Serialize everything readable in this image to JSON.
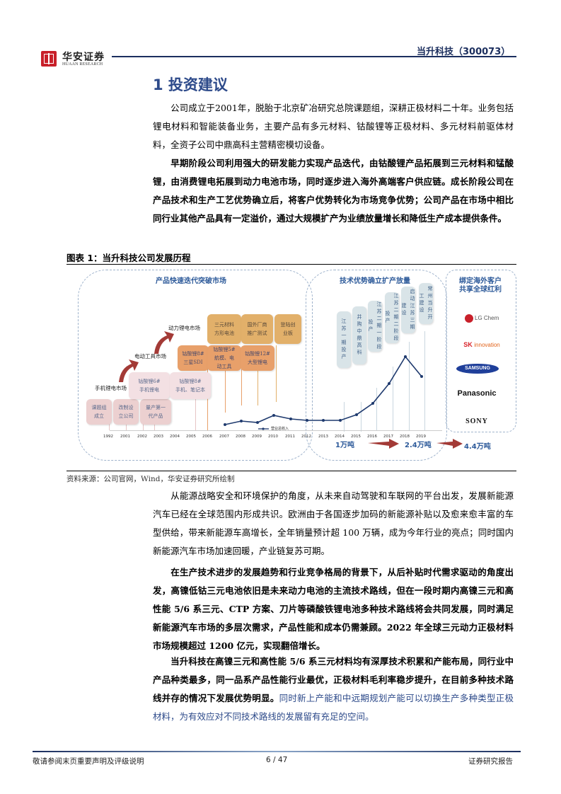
{
  "header": {
    "logo_cn": "华安证券",
    "logo_en": "HUAAN RESEARCH",
    "company": "当升科技（300073）"
  },
  "section": {
    "title": "1 投资建议"
  },
  "paragraphs": {
    "p1": "公司成立于2001年，脱胎于北京矿冶研究总院课题组，深耕正极材料二十年。业务包括锂电材料和智能装备业务，主要产品有多元材料、钴酸锂等正极材料、多元材料前驱体材料，全资子公司中鼎高科主营精密模切设备。",
    "p2": "早期阶段公司利用强大的研发能力实现产品迭代，由钴酸锂产品拓展到三元材料和锰酸锂，由消费锂电拓展到动力电池市场，同时逐步进入海外高端客户供应链。成长阶段公司在产品技术和生产工艺优势确立后，将客户优势转化为市场竞争优势；公司产品在市场中相比同行业其他产品具有一定溢价，通过大规模扩产为业绩放量增长和降低生产成本提供条件。",
    "p3": "从能源战略安全和环境保护的角度，从未来自动驾驶和车联网的平台出发，发展新能源汽车已经在全球范围内形成共识。欧洲由于各国逐步加码的新能源补贴以及愈来愈丰富的车型供给，带来新能源车高增长，全年销量预计超 100 万辆，成为今年行业的亮点；同时国内新能源汽车市场加速回暖，产业链复苏可期。",
    "p4": "在生产技术进步的发展趋势和行业竞争格局的背景下，从后补贴时代需求驱动的角度出发，高镍低钴三元电池依旧是未来动力电池的主流技术路线，但在一段时期内高镍三元和高性能 5/6 系三元、CTP 方案、刀片等磷酸铁锂电池多种技术路线将会共同发展，同时满足新能源汽车市场的多层次需求，产品性能和成本仍需兼顾。2022 年全球三元动力正极材料市场规模超过 1200 亿元，实现翻倍增长。",
    "p5_bold": "当升科技在高镍三元和高性能 5/6 系三元材料均有深厚技术积累和产能布局，同行业中产品种类最多，同一品系产品性能行业最优，正极材料毛利率稳步提升，在目前多种技术路线并存的情况下发展优势明显。",
    "p5_blue": "同时新上产能和中远期规划产能可以切换生产多种类型正极材料，为有效应对不同技术路线的发展留有充足的空间。"
  },
  "figure": {
    "title": "图表 1：当升科技公司发展历程",
    "source": "资料来源：公司官网，Wind，华安证券研究所绘制",
    "zones": {
      "z1": "产品快速迭代突破市场",
      "z2": "技术优势确立扩产放量",
      "z3": "绑定海外客户\n共享全球红利"
    },
    "markets": [
      "手机锂电市场",
      "电动工具市场",
      "动力锂电市场"
    ],
    "cards_pink": [
      "课题组\n成立",
      "改制设\n立公司",
      "量产第一\n代产品"
    ],
    "cards_lpink": [
      "钴酸锂6#\n手机锂电",
      "钴酸锂8#\n手机、笔记本"
    ],
    "cards_orange": [
      "钴酸锂8#\n三星SDI",
      "钴酸锂5#\n航模、电\n动工具",
      "钴酸锂12#\n大型锂电"
    ],
    "cards_gold": [
      "三元材料\n方形电池",
      "国外厂商\n推广测试",
      "登陆创\n业板"
    ],
    "cards_teal": [
      "江苏一期投产",
      "并购中鼎高科",
      "江苏二期一阶段投产",
      "江苏二期二阶段投产",
      "启动江苏三期建设",
      "常州当升开工建设"
    ],
    "legend": "营业总收入",
    "capacities": [
      "1万吨",
      "2.4万吨",
      "4.4万吨"
    ],
    "customers": [
      "LG Chem",
      "SK innovation",
      "SAMSUNG",
      "Panasonic",
      "SONY"
    ],
    "colors": {
      "arrow": "#a33a36",
      "line": "#1f3a6e",
      "zone_title": "#2d5a9a"
    }
  },
  "chart_data": {
    "type": "line",
    "title": "营业总收入（示意）",
    "x": [
      "1992",
      "2001",
      "2002",
      "2003",
      "2004",
      "2005",
      "2006",
      "2007",
      "2008",
      "2009",
      "2010",
      "2011",
      "2012",
      "2013",
      "2014",
      "2015",
      "2016",
      "2017",
      "2018",
      "2019"
    ],
    "series": [
      {
        "name": "营业总收入",
        "x": [
          "2007",
          "2008",
          "2009",
          "2010",
          "2011",
          "2012",
          "2013",
          "2014",
          "2015",
          "2016",
          "2017",
          "2018",
          "2019"
        ],
        "values": [
          2,
          3,
          2.5,
          5,
          3.5,
          3,
          3,
          3,
          6,
          12,
          20,
          32,
          22
        ]
      }
    ],
    "xlabel": "",
    "ylabel": "",
    "note": "relative heights estimated from pixels; no y axis shown"
  },
  "footer": {
    "left": "敬请参阅末页重要声明及评级说明",
    "page": "6 / 47",
    "right": "证券研究报告"
  }
}
